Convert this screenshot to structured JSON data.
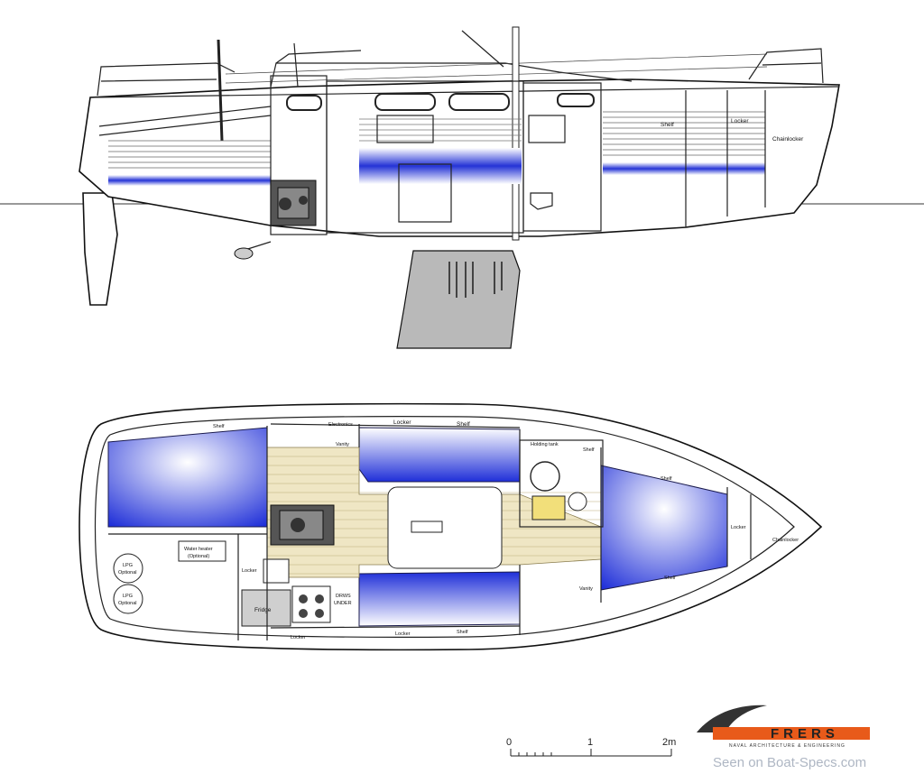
{
  "profile": {
    "labels": {
      "shelf": "Shelf",
      "locker": "Locker",
      "chainlocker": "Chainlocker"
    }
  },
  "plan": {
    "labels": {
      "shelf_aft": "Shelf",
      "electronics": "Electronics",
      "locker_top": "Locker",
      "shelf_top": "Shelf",
      "vanity_top": "Vanity",
      "holding_tank": "Holding tank",
      "shelf_head": "Shelf",
      "shelf_fwd_top": "Shelf",
      "locker_bow": "Locker",
      "chainlocker": "Chainlocker",
      "shelf_fwd_bottom": "Shelf",
      "vanity_bottom": "Vanity",
      "water_heater": "Water heater",
      "water_heater_note": "(Optional)",
      "lpg_1": "LPG",
      "lpg_1_note": "Optional",
      "lpg_2": "LPG",
      "lpg_2_note": "Optional",
      "locker_galley": "Locker",
      "fridge": "Fridge",
      "drws": "DRWS",
      "under": "UNDER",
      "locker_bottom": "Locker",
      "locker_bottom2": "Locker",
      "shelf_bottom": "Shelf"
    }
  },
  "scale": {
    "tick_0": "0",
    "tick_1": "1",
    "tick_2": "2m"
  },
  "logo": {
    "name": "FRERS",
    "subtitle": "NAVAL ARCHITECTURE & ENGINEERING"
  },
  "watermark": "Seen on Boat-Specs.com",
  "colors": {
    "cushion_blue": "#1f2fd8",
    "sole_teak": "#efe6c4",
    "keel_grey": "#b9b9b9",
    "logo_orange": "#e85a1a"
  }
}
